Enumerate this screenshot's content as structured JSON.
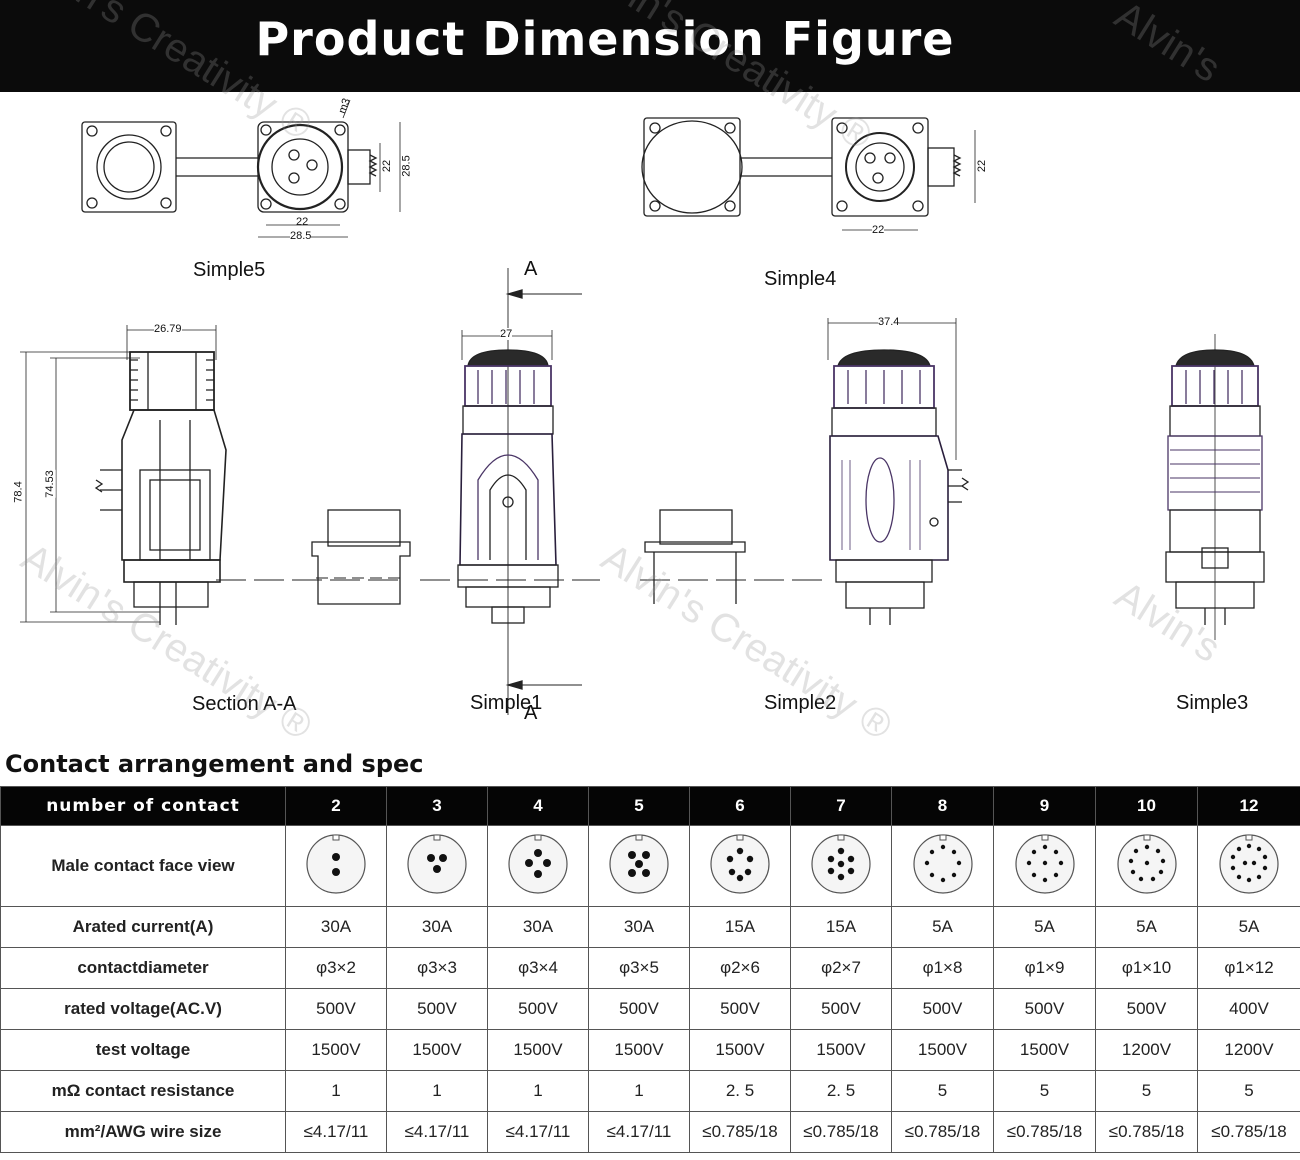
{
  "header": {
    "title": "Product Dimension Figure"
  },
  "watermark": {
    "brand": "Alvin's",
    "brand2": "Creativity",
    "reg": "®"
  },
  "drawing": {
    "labels": {
      "simple5": "Simple5",
      "simple4": "Simple4",
      "section": "Section A-A",
      "simple1": "Simple1",
      "simple2": "Simple2",
      "simple3": "Simple3",
      "a_top": "A",
      "a_bottom": "A"
    },
    "dims": {
      "s5_m3": "m3",
      "s5_22w": "22",
      "s5_285w": "28.5",
      "s5_22h": "22",
      "s5_285h": "28.5",
      "s4_22h": "22",
      "s4_22w": "22",
      "sec_width": "26.79",
      "sec_h1": "78.4",
      "sec_h2": "74.53",
      "s1_width": "27",
      "s2_width": "37.4"
    }
  },
  "spec": {
    "title": "Contact arrangement and spec",
    "header_label": "number of contact",
    "columns": [
      "2",
      "3",
      "4",
      "5",
      "6",
      "7",
      "8",
      "9",
      "10",
      "12"
    ],
    "face_row_label": "Male contact face view",
    "rows": [
      {
        "label": "Arated current(A)",
        "values": [
          "30A",
          "30A",
          "30A",
          "30A",
          "15A",
          "15A",
          "5A",
          "5A",
          "5A",
          "5A"
        ]
      },
      {
        "label": "contactdiameter",
        "values": [
          "φ3×2",
          "φ3×3",
          "φ3×4",
          "φ3×5",
          "φ2×6",
          "φ2×7",
          "φ1×8",
          "φ1×9",
          "φ1×10",
          "φ1×12"
        ]
      },
      {
        "label": "rated voltage(AC.V)",
        "values": [
          "500V",
          "500V",
          "500V",
          "500V",
          "500V",
          "500V",
          "500V",
          "500V",
          "500V",
          "400V"
        ]
      },
      {
        "label": "test voltage",
        "values": [
          "1500V",
          "1500V",
          "1500V",
          "1500V",
          "1500V",
          "1500V",
          "1500V",
          "1500V",
          "1200V",
          "1200V"
        ]
      },
      {
        "label": "mΩ contact resistance",
        "values": [
          "1",
          "1",
          "1",
          "1",
          "2. 5",
          "2. 5",
          "5",
          "5",
          "5",
          "5"
        ]
      },
      {
        "label": "mm²/AWG wire size",
        "values": [
          "≤4.17/11",
          "≤4.17/11",
          "≤4.17/11",
          "≤4.17/11",
          "≤0.785/18",
          "≤0.785/18",
          "≤0.785/18",
          "≤0.785/18",
          "≤0.785/18",
          "≤0.785/18"
        ]
      }
    ]
  }
}
